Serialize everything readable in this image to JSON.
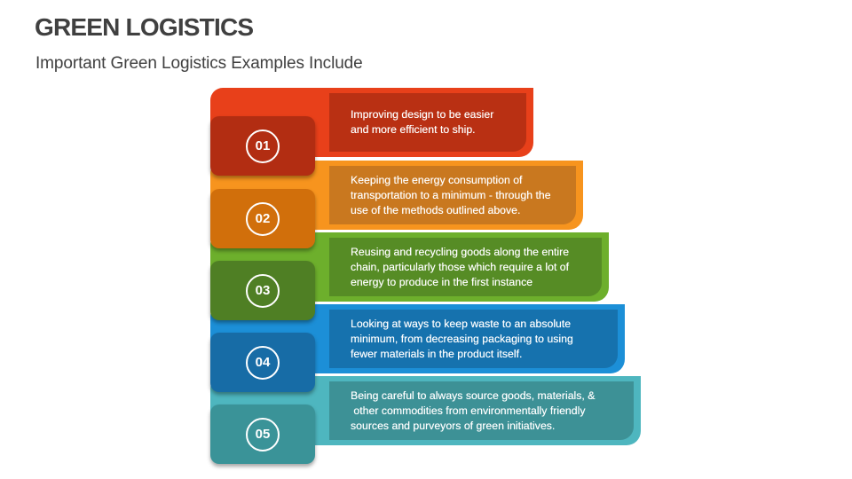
{
  "slide": {
    "title": "GREEN LOGISTICS",
    "subtitle": "Important Green Logistics Examples Include"
  },
  "items": [
    {
      "number": "01",
      "lines": [
        "Improving design to be easier",
        "and more efficient to ship."
      ],
      "colors": {
        "band": "#E8401A",
        "text_box": "#B93013",
        "number_box": "#B22D12"
      }
    },
    {
      "number": "02",
      "lines": [
        "Keeping the energy consumption of",
        "transportation to a minimum - through the",
        "use of the methods outlined above."
      ],
      "colors": {
        "band": "#F7941E",
        "text_box": "#C9781F",
        "number_box": "#D16F0B"
      }
    },
    {
      "number": "03",
      "lines": [
        "Reusing and recycling goods along the entire",
        "chain, particularly those which require a lot of",
        "energy to produce in the first instance"
      ],
      "colors": {
        "band": "#6DAF2C",
        "text_box": "#568C25",
        "number_box": "#4F7F24"
      }
    },
    {
      "number": "04",
      "lines": [
        "Looking at ways to keep waste to an absolute",
        "minimum, from decreasing packaging to using",
        "fewer materials in the product itself."
      ],
      "colors": {
        "band": "#1C8FD7",
        "text_box": "#1672AE",
        "number_box": "#176CA6"
      }
    },
    {
      "number": "05",
      "lines": [
        "Being careful to always source goods, materials, &",
        " other commodities from environmentally friendly",
        "sources and purveyors of green initiatives."
      ],
      "colors": {
        "band": "#4EB6BF",
        "text_box": "#3D9196",
        "number_box": "#3A9398"
      }
    }
  ]
}
